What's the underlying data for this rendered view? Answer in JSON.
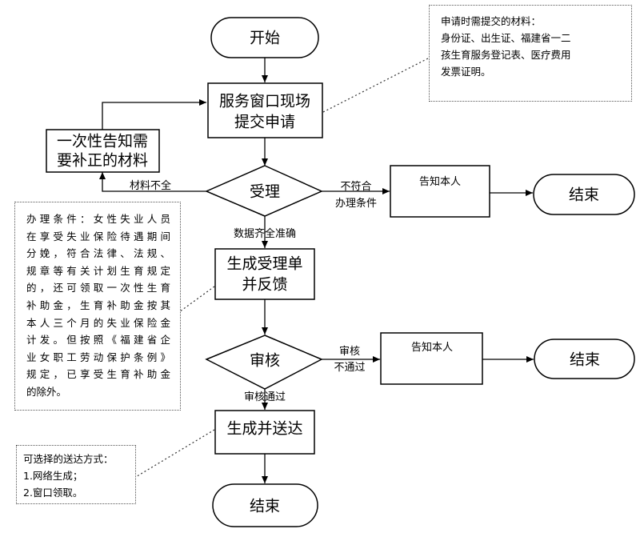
{
  "nodes": {
    "start": "开始",
    "submit": [
      "服务窗口现场",
      "提交申请"
    ],
    "correction": [
      "一次性告知需",
      "要补正的材料"
    ],
    "accept": "受理",
    "notify1": "告知本人",
    "end1": "结束",
    "generate_receipt": [
      "生成受理单",
      "并反馈"
    ],
    "review": "审核",
    "notify2": "告知本人",
    "end2": "结束",
    "generate_deliver": "生成并送达",
    "end_final": "结束"
  },
  "edge_labels": {
    "incomplete": "材料不全",
    "not_qualified": [
      "不符合",
      "办理条件"
    ],
    "data_complete": "数据齐全准确",
    "review_failed": [
      "审核",
      "不通过"
    ],
    "review_passed": "审核通过"
  },
  "notes": {
    "materials": {
      "title": "申请时需提交的材料：",
      "lines": [
        "身份证、出生证、福建省一二",
        "孩生育服务登记表、医疗费用",
        "发票证明。"
      ]
    },
    "conditions": {
      "lines": [
        "办理条件：女性失业人员",
        "在享受失业保险待遇期间",
        "分娩，符合法律、法规、",
        "规章等有关计划生育规定",
        "的，还可领取一次性生育",
        "补助金，生育补助金按其",
        "本人三个月的失业保险金",
        "计发。但按照《福建省企",
        "业女职工劳动保护条例》",
        "规定，已享受生育补助金",
        "的除外。"
      ]
    },
    "delivery": {
      "title": "可选择的送达方式：",
      "lines": [
        "1.网络生成；",
        "2.窗口领取。"
      ]
    }
  }
}
